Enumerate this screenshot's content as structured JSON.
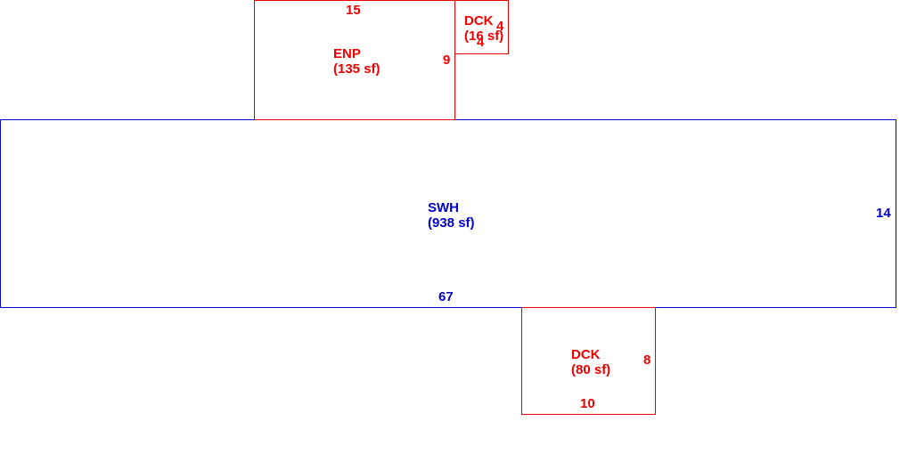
{
  "colors": {
    "main": "#0000cc",
    "secondary": "#ee0000"
  },
  "areas": {
    "swh": {
      "code": "SWH",
      "sf": "(938 sf)",
      "width_dim": "67",
      "height_dim": "14"
    },
    "enp": {
      "code": "ENP",
      "sf": "(135 sf)",
      "width_dim": "15",
      "height_dim": "9"
    },
    "dck_small": {
      "code": "DCK",
      "sf": "(16 sf)",
      "width_dim": "4",
      "height_dim": "4"
    },
    "dck_large": {
      "code": "DCK",
      "sf": "(80 sf)",
      "width_dim": "10",
      "height_dim": "8"
    }
  }
}
